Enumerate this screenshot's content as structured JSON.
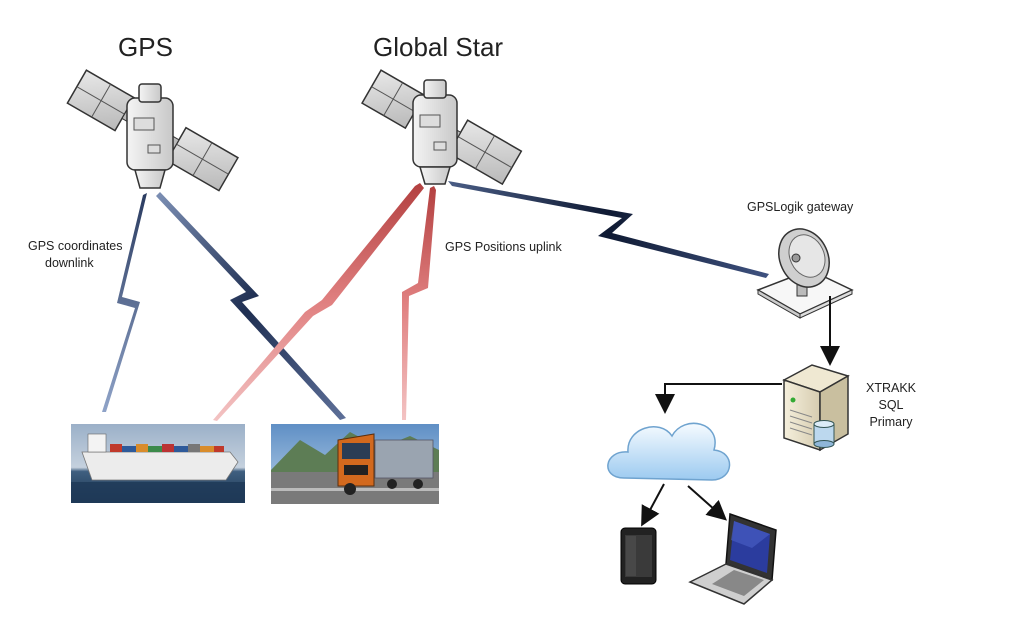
{
  "satellites": {
    "gps": {
      "title": "GPS",
      "icon": "satellite-icon"
    },
    "global_star": {
      "title": "Global Star",
      "icon": "satellite-icon"
    }
  },
  "links": {
    "downlink_label_line1": "GPS coordinates",
    "downlink_label_line2": "downlink",
    "uplink_label": "GPS Positions uplink"
  },
  "gateway": {
    "label": "GPSLogik gateway",
    "icon": "satellite-dish-icon"
  },
  "server": {
    "line1": "XTRAKK",
    "line2": "SQL",
    "line3": "Primary",
    "icon": "server-icon"
  },
  "cloud": {
    "icon": "cloud-icon"
  },
  "vehicles": [
    {
      "name": "container ship",
      "icon": "ship-icon"
    },
    {
      "name": "truck",
      "icon": "truck-icon"
    }
  ],
  "devices": [
    {
      "name": "smartphone",
      "icon": "smartphone-icon"
    },
    {
      "name": "laptop",
      "icon": "laptop-icon"
    }
  ],
  "colors": {
    "downlink": "#3a4f78",
    "uplink": "#d96a6a",
    "gateway_link": "#1e2f55",
    "arrow": "#111111"
  }
}
